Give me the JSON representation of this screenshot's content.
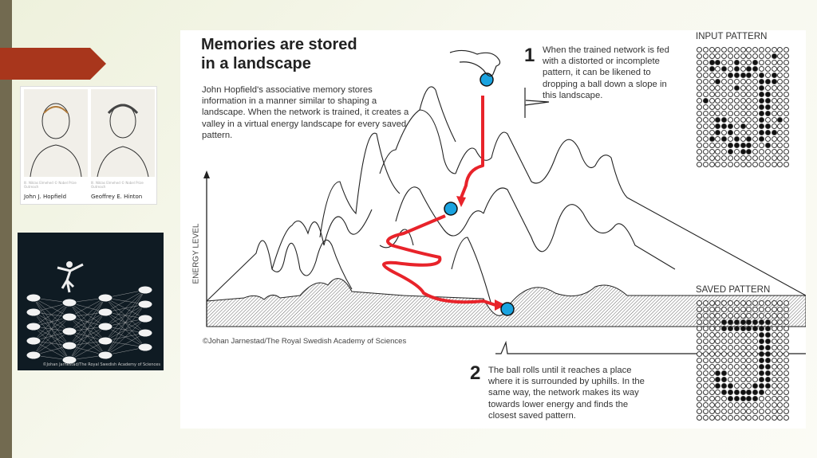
{
  "slide": {
    "portraits": {
      "left": {
        "credit": "Ill. Niklas Elmehed © Nobel Prize Outreach",
        "name": "John J. Hopfield"
      },
      "right": {
        "credit": "Ill. Niklas Elmehed © Nobel Prize Outreach",
        "name": "Geoffrey E. Hinton"
      }
    },
    "network_image": {
      "credit": "©Johan Jarnestad/The Royal Swedish Academy of Sciences"
    }
  },
  "infographic": {
    "title_line1": "Memories are stored",
    "title_line2": "in a landscape",
    "intro": "John Hopfield's associative memory stores information in a manner similar to shaping a landscape. When the network is trained, it creates a valley in a virtual energy landscape for every saved pattern.",
    "step1": {
      "number": "1",
      "text": "When the trained network is fed with a distorted or incomplete pattern, it can be likened to dropping a ball down a slope in this landscape."
    },
    "step2": {
      "number": "2",
      "text": "The ball rolls until it reaches a place where it is surrounded by uphills. In the same way, the network makes its way towards lower energy and finds the closest saved pattern."
    },
    "y_axis_label": "ENERGY LEVEL",
    "credit": "©Johan Jarnestad/The Royal Swedish Academy of Sciences",
    "input_pattern": {
      "label": "INPUT PATTERN",
      "rows": [
        "...............",
        "............#..",
        "..##..#..#.....",
        "..#.#.#.##.....",
        ".....####.#.#..",
        "...#......###..",
        "......#...#....",
        "..........##...",
        ".#........##...",
        "..........##...",
        "..........##...",
        "...##.....#..#.",
        "...###.#..##...",
        "...#.#....###..",
        "..#.#.#.#.#....",
        ".....####..#...",
        ".....#.##......",
        "...............",
        "..............."
      ]
    },
    "saved_pattern": {
      "label": "SAVED PATTERN",
      "rows": [
        "...............",
        "...............",
        "...............",
        "....########...",
        "....########...",
        "..........##...",
        "..........##...",
        "..........##...",
        "..........##...",
        "..........##...",
        "..........##...",
        "...##.....##...",
        "...##.....##...",
        "...###...###...",
        "....#######....",
        ".....#####.....",
        "...............",
        "...............",
        "..............."
      ]
    },
    "colors": {
      "ball": "#1aa3e0",
      "path": "#e8232a",
      "banner": "#a8361c"
    }
  }
}
